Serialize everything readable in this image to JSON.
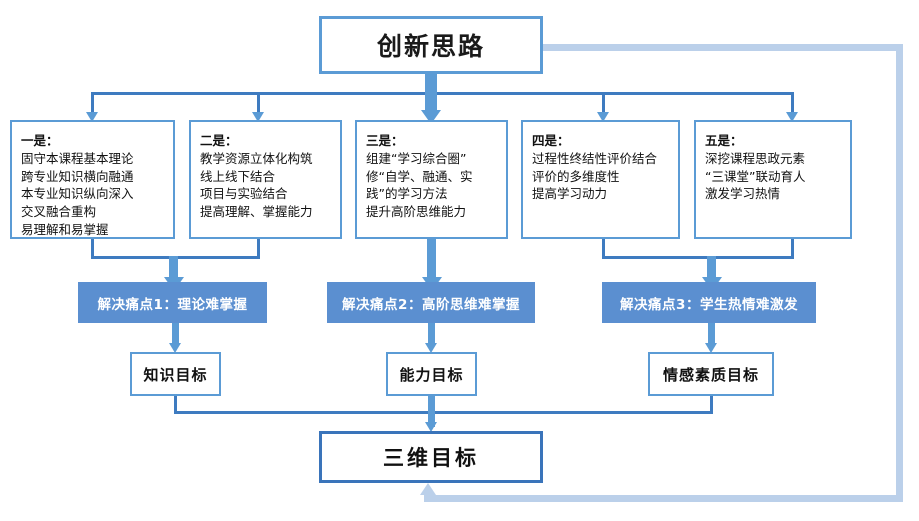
{
  "diagram": {
    "title_box": {
      "label": "创新思路"
    },
    "idea_boxes": [
      {
        "head": "一是：",
        "body": "固守本课程基本理论\n跨专业知识横向融通\n本专业知识纵向深入\n交叉融合重构\n易理解和易掌握"
      },
      {
        "head": "二是：",
        "body": "教学资源立体化构筑\n线上线下结合\n项目与实验结合\n提高理解、掌握能力"
      },
      {
        "head": "三是：",
        "body": "组建“学习综合圈”\n修“自学、融通、实\n践”的学习方法\n提升高阶思维能力"
      },
      {
        "head": "四是：",
        "body": "过程性终结性评价结合\n评价的多维度性\n提高学习动力"
      },
      {
        "head": "五是：",
        "body": "深挖课程思政元素\n“三课堂”联动育人\n激发学习热情"
      }
    ],
    "pain_points": [
      {
        "label": "解决痛点1：理论难掌握"
      },
      {
        "label": "解决痛点2：高阶思维难掌握"
      },
      {
        "label": "解决痛点3：学生热情难激发"
      }
    ],
    "goals": [
      {
        "label": "知识目标"
      },
      {
        "label": "能力目标"
      },
      {
        "label": "情感素质目标"
      }
    ],
    "final_box": {
      "label": "三维目标"
    },
    "colors": {
      "border_blue": "#5B9BD5",
      "connector_blue": "#3E7BC0",
      "pain_fill": "#5B8FD0",
      "final_border": "#3A74BA",
      "feedback_line": "#BBD0EA",
      "background": "#FFFFFF"
    }
  }
}
